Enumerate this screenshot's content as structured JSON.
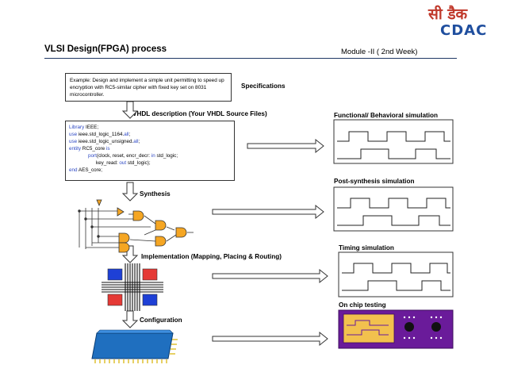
{
  "header": {
    "title": "VLSI Design(FPGA) process",
    "module": "Module -II ( 2nd  Week)",
    "logo_hindi": "सी डैक",
    "logo_latin": "CDAC"
  },
  "specification": {
    "text": "Example: Design and implement a simple unit permitting to speed up encryption with RC5-similar cipher with fixed key set on 8031 microcontroller.",
    "label": "Specifications"
  },
  "vhdl": {
    "label": "VHDL description (Your VHDL Source Files)",
    "code": [
      {
        "kw": "Library",
        "rest": " IEEE;"
      },
      {
        "kw": "use",
        "rest": " ieee.std_logic_1164.",
        "kw2": "all",
        "end": ";"
      },
      {
        "kw": "use",
        "rest": " ieee.std_logic_unsigned.",
        "kw2": "all",
        "end": ";"
      },
      {
        "kw": "entity",
        "rest": " RC5_core ",
        "kw2": "is",
        "end": ""
      },
      {
        "kw": "port",
        "rest": "(clock, reset, encr_decr: ",
        "kw2": "in",
        "end": " std_logic;"
      },
      {
        "kw": "",
        "rest": "key_read: ",
        "kw2": "out",
        "end": " std_logic);"
      },
      {
        "kw": "end",
        "rest": " AES_core;"
      }
    ]
  },
  "steps": {
    "synthesis": "Synthesis",
    "implementation": "Implementation (Mapping, Placing & Routing)",
    "configuration": "Configuration"
  },
  "simulations": {
    "functional": "Functional/ Behavioral simulation",
    "post_synthesis": "Post-synthesis simulation",
    "timing": "Timing simulation",
    "on_chip": "On chip testing"
  },
  "colors": {
    "title_rule": "#1f3864",
    "keyword": "#2e49c4",
    "gate_fill": "#f5a623",
    "fpga_red": "#e53935",
    "fpga_blue": "#1e40d6",
    "chip_body": "#1f6fbf",
    "chip_pins": "#d4b000",
    "scope_frame": "#6a1b9a",
    "scope_screen": "#f2c14e"
  }
}
